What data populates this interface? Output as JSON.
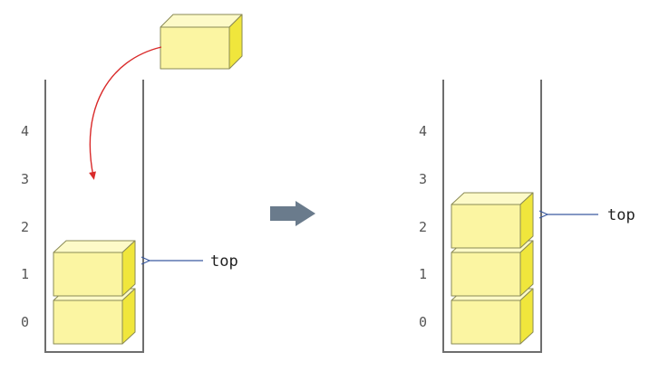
{
  "colors": {
    "box_front": "#fbf5a2",
    "box_top": "#fdfac8",
    "box_side": "#f0e63c",
    "box_edge": "#8a8a55",
    "pointer_arrow": "#3a5aa0",
    "push_arrow": "#d92a2a",
    "transition_arrow": "#6a7b8c",
    "wall": "#6e6e6e"
  },
  "stacks": [
    {
      "name": "before-push",
      "indices": [
        "0",
        "1",
        "2",
        "3",
        "4"
      ],
      "filled_slots": 2,
      "top_slot": 1,
      "top_label": "top",
      "incoming_box": true
    },
    {
      "name": "after-push",
      "indices": [
        "0",
        "1",
        "2",
        "3",
        "4"
      ],
      "filled_slots": 3,
      "top_slot": 2,
      "top_label": "top",
      "incoming_box": false
    }
  ]
}
